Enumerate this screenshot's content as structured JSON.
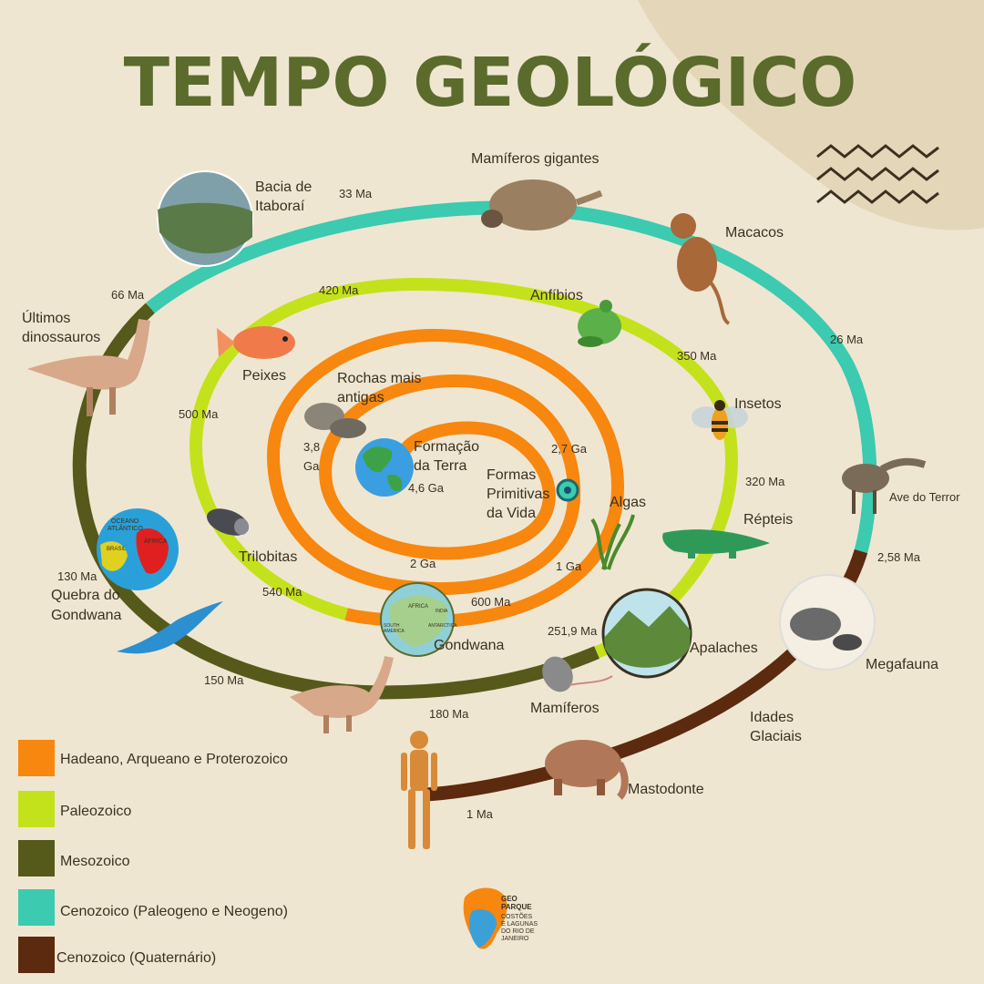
{
  "title": "TEMPO GEOLÓGICO",
  "colors": {
    "hadeano": "#f7870f",
    "paleozoico": "#c4e21b",
    "mesozoico": "#55591a",
    "cenozoico_terciario": "#3ccab0",
    "quaternario": "#5c2a0e",
    "title": "#5a6b2c",
    "background": "#efe6d2"
  },
  "time_labels": {
    "t_4_6": "4,6 Ga",
    "t_3_8a": "3,8",
    "t_3_8b": "Ga",
    "t_2_7": "2,7 Ga",
    "t_2": "2 Ga",
    "t_1": "1 Ga",
    "t_600": "600 Ma",
    "t_540": "540 Ma",
    "t_500": "500 Ma",
    "t_420": "420 Ma",
    "t_350": "350  Ma",
    "t_320": "320 Ma",
    "t_251": "251,9 Ma",
    "t_180": "180 Ma",
    "t_150": "150 Ma",
    "t_130": "130 Ma",
    "t_66": "66 Ma",
    "t_33": "33 Ma",
    "t_26": "26 Ma",
    "t_2_58": "2,58 Ma",
    "t_1ma": "1 Ma"
  },
  "events": {
    "formacao_1": "Formação",
    "formacao_2": "da Terra",
    "rochas_1": "Rochas mais",
    "rochas_2": "antigas",
    "formas_1": "Formas",
    "formas_2": "Primitivas",
    "formas_3": "da Vida",
    "algas": "Algas",
    "gondwana": "Gondwana",
    "trilobitas": "Trilobitas",
    "peixes": "Peixes",
    "anfibios": "Anfíbios",
    "insetos": "Insetos",
    "repteis": "Répteis",
    "apalaches": "Apalaches",
    "mamiferos": "Mamíferos",
    "quebra_1": "Quebra do",
    "quebra_2": "Gondwana",
    "ultimos_1": "Últimos",
    "ultimos_2": "dinossauros",
    "bacia_1": "Bacia de",
    "bacia_2": "Itaboraí",
    "mamiferos_gigantes": "Mamíferos gigantes",
    "macacos": "Macacos",
    "ave_terror": "Ave do Terror",
    "megafauna": "Megafauna",
    "idades_1": "Idades",
    "idades_2": "Glaciais",
    "mastodonte": "Mastodonte"
  },
  "map_text": {
    "oceano_1": "OCEANO",
    "oceano_2": "ATLÂNTICO",
    "africa": "ÁFRICA",
    "brasil": "BRASIL",
    "africa_small": "AFRICA",
    "south_america_1": "SOUTH",
    "south_america_2": "AMERICA",
    "india": "INDIA",
    "antarctica": "ANTARCTICA"
  },
  "legend": [
    {
      "label": "Hadeano, Arqueano e Proterozoico",
      "color": "#f7870f"
    },
    {
      "label": "Paleozoico",
      "color": "#c4e21b"
    },
    {
      "label": "Mesozoico",
      "color": "#55591a"
    },
    {
      "label": "Cenozoico (Paleogeno e Neogeno)",
      "color": "#3ccab0"
    },
    {
      "label": "Cenozoico (Quaternário)",
      "color": "#5c2a0e"
    }
  ],
  "logo": {
    "line1": "GEO",
    "line2": "PARQUE",
    "line3": "COSTÕES",
    "line4": "E LAGUNAS",
    "line5": "DO RIO DE",
    "line6": "JANEIRO"
  }
}
